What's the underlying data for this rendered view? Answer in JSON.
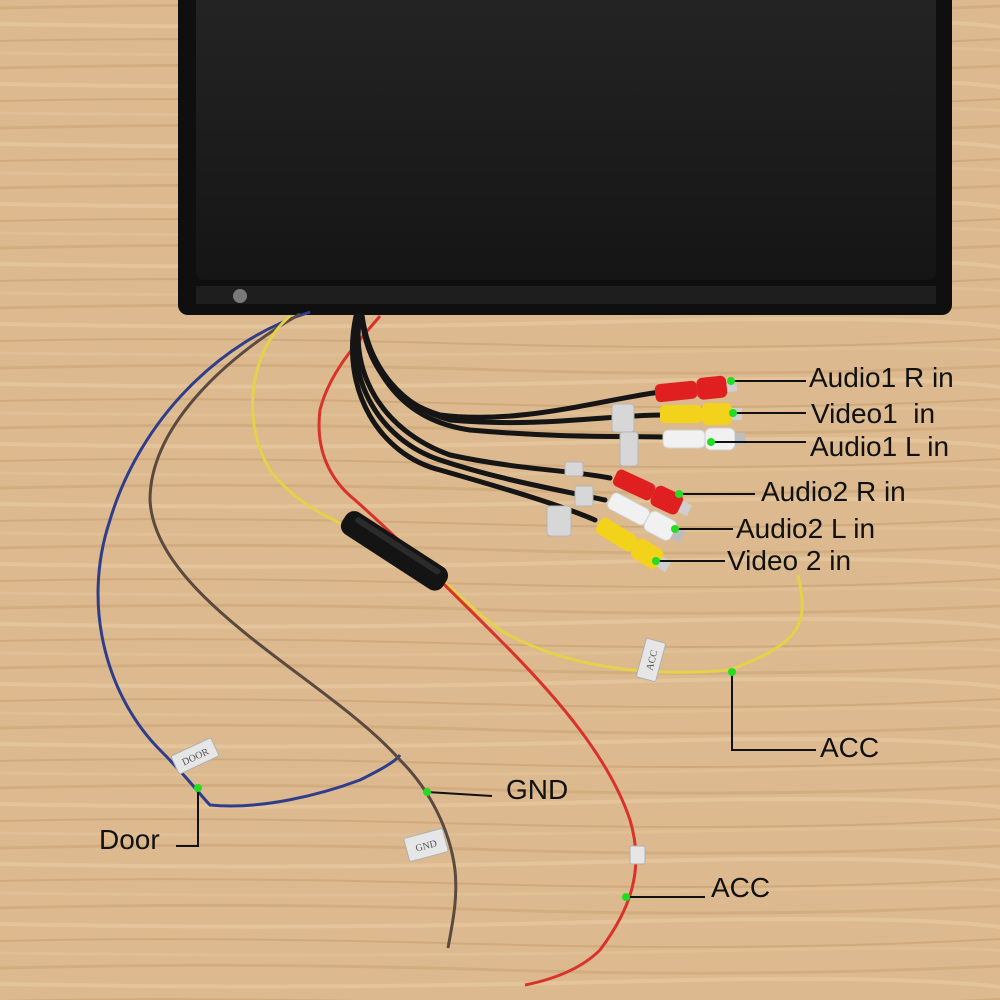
{
  "labels": {
    "audio1_r": "Audio1 R in",
    "video1": "Video1  in",
    "audio1_l": "Audio1 L in",
    "audio2_r": "Audio2 R in",
    "audio2_l": "Audio2 L in",
    "video2": "Video 2 in",
    "acc_yellow": "ACC",
    "gnd": "GND",
    "door": "Door",
    "acc_red": "ACC"
  },
  "tags": {
    "door": "DOOR",
    "gnd": "GND",
    "acc": "ACC"
  },
  "colors": {
    "background": "#dcb98e",
    "monitor": "#1b1b1b",
    "wire_blue": "#2f3e8c",
    "wire_brown": "#5a4a3f",
    "wire_yellow": "#e3d24a",
    "wire_red": "#d8322a",
    "wire_black": "#151515",
    "rca_red": "#e02020",
    "rca_yellow": "#f2d21a",
    "rca_white": "#f1f1f1",
    "marker_dot": "#22dd22",
    "leader_line": "#111111"
  }
}
